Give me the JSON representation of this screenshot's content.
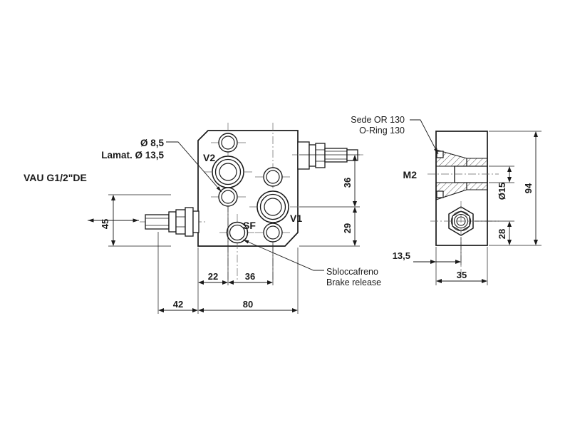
{
  "drawing": {
    "title_label": "VAU G1/2\"DE",
    "annotations": {
      "hole_spec_line1": "Ø 8,5",
      "hole_spec_line2": "Lamat. Ø 13,5",
      "oring_line1": "Sede OR 130",
      "oring_line2": "O-Ring 130",
      "brake_line1": "Sbloccafreno",
      "brake_line2": "Brake release"
    },
    "port_labels": {
      "v1": "V1",
      "v2": "V2",
      "sf": "SF",
      "m2": "M2"
    },
    "dimensions": {
      "front_height_left": "45",
      "front_vert_upper": "36",
      "front_vert_lower": "29",
      "front_horiz_inner_left": "22",
      "front_horiz_inner_right": "36",
      "front_horiz_fitting": "42",
      "front_horiz_total": "80",
      "side_total_height": "94",
      "side_bore_dia": "Ø15",
      "side_lower_offset": "28",
      "side_offset_left": "13,5",
      "side_width": "35"
    },
    "colors": {
      "line": "#1a1a1a",
      "thin_line": "#555555",
      "center_line": "#666666",
      "hatch": "#3a3a3a",
      "text": "#1a1a1a",
      "background": "#ffffff"
    }
  }
}
